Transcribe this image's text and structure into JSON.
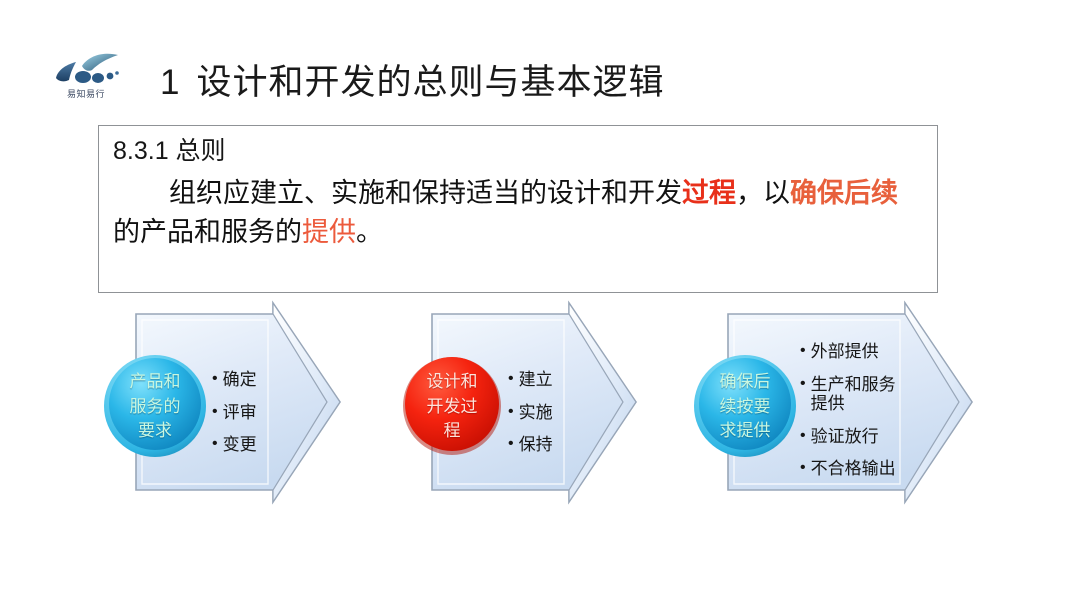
{
  "logo": {
    "icon": "water-drop-swoosh-logo",
    "text": "易知易行"
  },
  "header": {
    "number": "1",
    "title": "设计和开发的总则与基本逻辑"
  },
  "textbox": {
    "heading": "8.3.1 总则",
    "body": {
      "seg1": "组织应建立、实施和保持适当的设计和开发",
      "seg2_red": "过程",
      "seg3": "，以",
      "seg4_red": "确保",
      "seg5_red": "后续",
      "seg6": "的产品和服务的",
      "seg7_red": "提供",
      "seg8": "。"
    }
  },
  "flow": {
    "steps": [
      {
        "circle_label": "产品和\n服务的\n要求",
        "circle_color": "#1aa8e0",
        "circle_text_color": "#c9f7e0",
        "bullets": [
          "确定",
          "评审",
          "变更"
        ]
      },
      {
        "circle_label": "设计和\n开发过\n程",
        "circle_color": "#f41c0b",
        "circle_text_color": "#fde4dc",
        "bullets": [
          "建立",
          "实施",
          "保持"
        ]
      },
      {
        "circle_label": "确保后\n续按要\n求提供",
        "circle_color": "#1aa8e0",
        "circle_text_color": "#c9f7e0",
        "bullets": [
          "外部提供",
          "生产和服务\n提供",
          "验证放行",
          "不合格输出"
        ]
      }
    ],
    "arrow_fill_light": "#f2f7fd",
    "arrow_fill_mid": "#d6e4f5",
    "arrow_stroke": "#9aa7b8",
    "bullet_glyph": "•"
  }
}
